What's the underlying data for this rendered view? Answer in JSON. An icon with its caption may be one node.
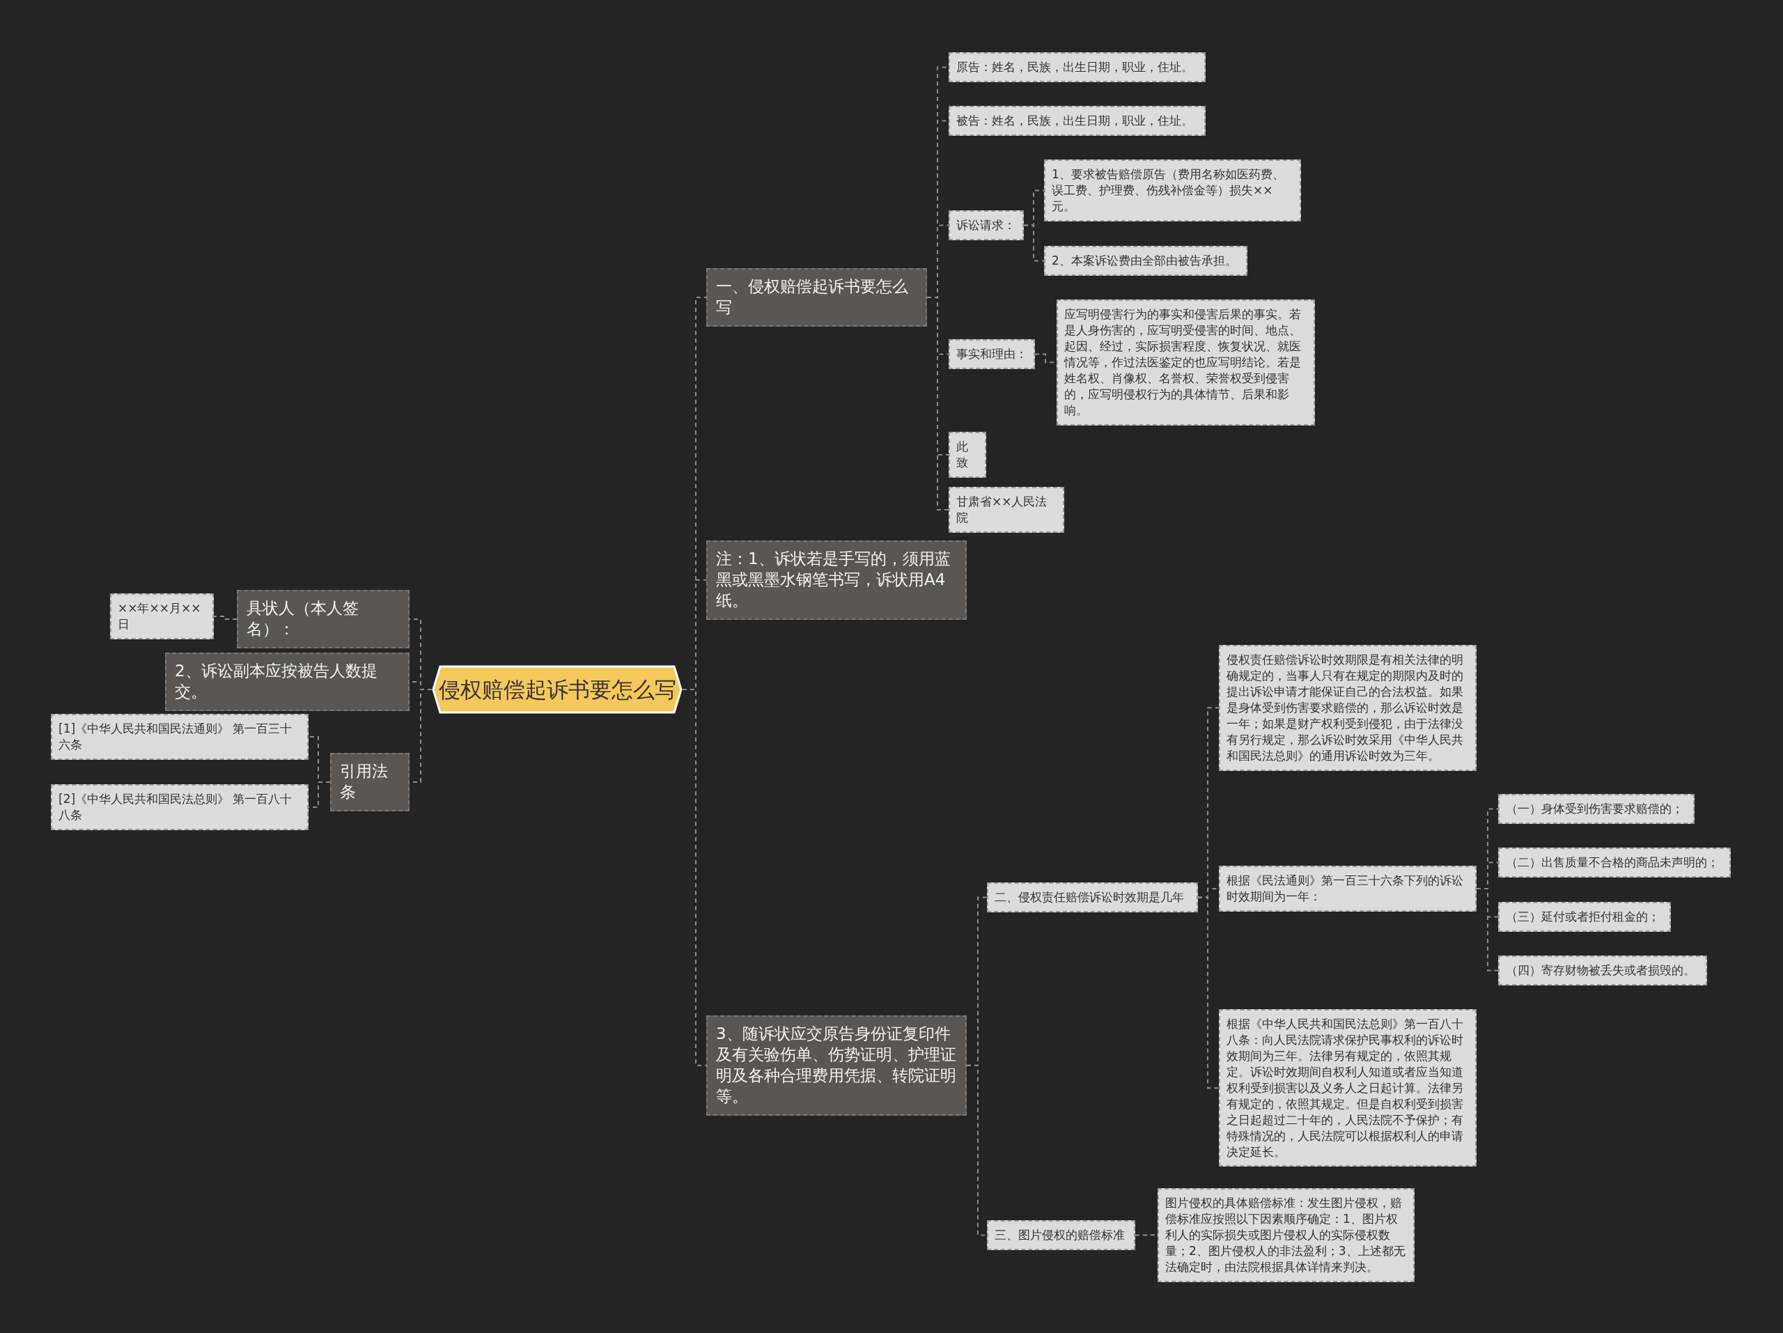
{
  "diagram": {
    "nodes": [
      {
        "text": [
          "侵权赔偿起诉书要怎么写"
        ]
      },
      {
        "text": [
          "一、侵权赔偿起诉书要怎么写"
        ]
      },
      {
        "text": [
          "原告：姓名，民族，出生日期，职业，住址。"
        ]
      },
      {
        "text": [
          "被告：姓名，民族，出生日期，职业，住址。"
        ]
      },
      {
        "text": [
          "诉讼请求："
        ]
      },
      {
        "text": [
          "1、要求被告赔偿原告（费用名称如医药费、误工费、护理费、伤残补偿金等）损失××元。"
        ]
      },
      {
        "text": [
          "2、本案诉讼费由全部由被告承担。"
        ]
      },
      {
        "text": [
          "事实和理由："
        ]
      },
      {
        "text": [
          "应写明侵害行为的事实和侵害后果的事实。若是人身伤害的，应写明受侵害的时间、地点、起因、经过，实际损害程度、恢复状况、就医情况等，作过法医鉴定的也应写明结论。若是姓名权、肖像权、名誉权、荣誉权受到侵害的，应写明侵权行为的具体情节、后果和影响。"
        ]
      },
      {
        "text": [
          "此致"
        ]
      },
      {
        "text": [
          "甘肃省××人民法院"
        ]
      },
      {
        "text": [
          "注：1、诉状若是手写的，须用蓝黑或黑墨水钢笔书写，诉状用A4纸。"
        ]
      },
      {
        "text": [
          "3、随诉状应交原告身份证复印件及有关验伤单、伤势证明、护理证明及各种合理费用凭据、转院证明等。"
        ]
      },
      {
        "text": [
          "二、侵权责任赔偿诉讼时效期是几年"
        ]
      },
      {
        "text": [
          "侵权责任赔偿诉讼时效期限是有相关法律的明确规定的，当事人只有在规定的期限内及时的提出诉讼申请才能保证自己的合法权益。如果是身体受到伤害要求赔偿的，那么诉讼时效是一年；如果是财产权利受到侵犯，由于法律没有另行规定，那么诉讼时效采用《中华人民共和国民法总则》的通用诉讼时效为三年。"
        ]
      },
      {
        "text": [
          "根据《民法通则》第一百三十六条下列的诉讼时效期间为一年："
        ]
      },
      {
        "text": [
          "（一）身体受到伤害要求赔偿的；"
        ]
      },
      {
        "text": [
          "（二）出售质量不合格的商品未声明的；"
        ]
      },
      {
        "text": [
          "（三）延付或者拒付租金的；"
        ]
      },
      {
        "text": [
          "（四）寄存财物被丢失或者损毁的。"
        ]
      },
      {
        "text": [
          "根据《中华人民共和国民法总则》第一百八十八条：向人民法院请求保护民事权利的诉讼时效期间为三年。法律另有规定的，依照其规定。诉讼时效期间自权利人知道或者应当知道权利受到损害以及义务人之日起计算。法律另有规定的，依照其规定。但是自权利受到损害之日起超过二十年的，人民法院不予保护；有特殊情况的，人民法院可以根据权利人的申请决定延长。"
        ]
      },
      {
        "text": [
          "三、图片侵权的赔偿标准"
        ]
      },
      {
        "text": [
          "图片侵权的具体赔偿标准：发生图片侵权，赔偿标准应按照以下因素顺序确定：1、图片权利人的实际损失或图片侵权人的实际侵权数量；2、图片侵权人的非法盈利；3、上述都无法确定时，由法院根据具体详情来判决。"
        ]
      },
      {
        "text": [
          "具状人（本人签名）："
        ]
      },
      {
        "text": [
          "××年××月××日"
        ]
      },
      {
        "text": [
          "2、诉讼副本应按被告人数提交。"
        ]
      },
      {
        "text": [
          "引用法条"
        ]
      },
      {
        "text": [
          "[1]《中华人民共和国民法通则》 第一百三十六条"
        ]
      },
      {
        "text": [
          "[2]《中华人民共和国民法总则》 第一百八十八条"
        ]
      }
    ],
    "edges": [
      {
        "from": 0,
        "to": 1,
        "arrow": "none"
      },
      {
        "from": 1,
        "to": 2,
        "arrow": "none"
      },
      {
        "from": 1,
        "to": 3,
        "arrow": "none"
      },
      {
        "from": 1,
        "to": 4,
        "arrow": "none"
      },
      {
        "from": 4,
        "to": 5,
        "arrow": "none"
      },
      {
        "from": 4,
        "to": 6,
        "arrow": "none"
      },
      {
        "from": 1,
        "to": 7,
        "arrow": "none"
      },
      {
        "from": 7,
        "to": 8,
        "arrow": "none"
      },
      {
        "from": 1,
        "to": 9,
        "arrow": "none"
      },
      {
        "from": 1,
        "to": 10,
        "arrow": "none"
      },
      {
        "from": 0,
        "to": 11,
        "arrow": "none"
      },
      {
        "from": 0,
        "to": 12,
        "arrow": "none"
      },
      {
        "from": 12,
        "to": 13,
        "arrow": "none"
      },
      {
        "from": 13,
        "to": 14,
        "arrow": "none"
      },
      {
        "from": 13,
        "to": 15,
        "arrow": "none"
      },
      {
        "from": 15,
        "to": 16,
        "arrow": "none"
      },
      {
        "from": 15,
        "to": 17,
        "arrow": "none"
      },
      {
        "from": 15,
        "to": 18,
        "arrow": "none"
      },
      {
        "from": 15,
        "to": 19,
        "arrow": "none"
      },
      {
        "from": 13,
        "to": 20,
        "arrow": "none"
      },
      {
        "from": 12,
        "to": 21,
        "arrow": "none"
      },
      {
        "from": 21,
        "to": 22,
        "arrow": "none"
      },
      {
        "from": 0,
        "to": 23,
        "arrow": "none"
      },
      {
        "from": 23,
        "to": 24,
        "arrow": "none"
      },
      {
        "from": 0,
        "to": 25,
        "arrow": "none"
      },
      {
        "from": 0,
        "to": 26,
        "arrow": "none"
      },
      {
        "from": 26,
        "to": 27,
        "arrow": "none"
      },
      {
        "from": 26,
        "to": 28,
        "arrow": "none"
      }
    ]
  }
}
